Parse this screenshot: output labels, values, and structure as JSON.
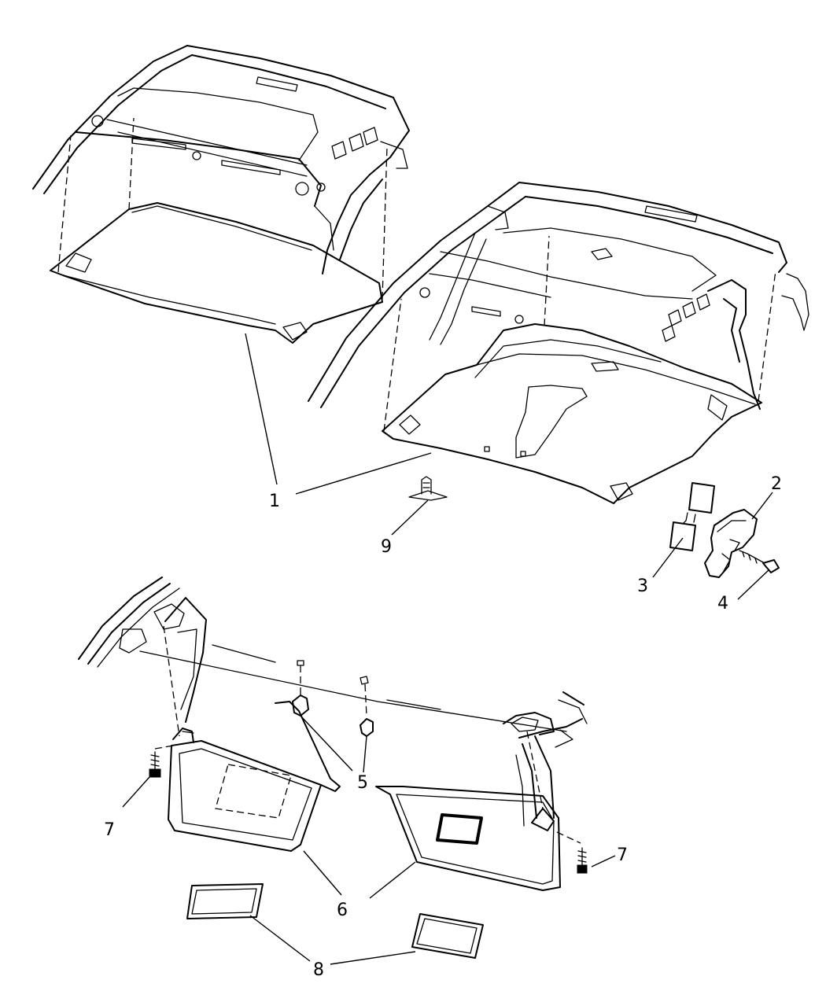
{
  "diagram": {
    "callouts": [
      {
        "id": "1",
        "label": "1"
      },
      {
        "id": "2",
        "label": "2"
      },
      {
        "id": "3",
        "label": "3"
      },
      {
        "id": "4",
        "label": "4"
      },
      {
        "id": "5",
        "label": "5"
      },
      {
        "id": "6",
        "label": "6"
      },
      {
        "id": "7a",
        "label": "7"
      },
      {
        "id": "7b",
        "label": "7"
      },
      {
        "id": "8",
        "label": "8"
      },
      {
        "id": "9",
        "label": "9"
      }
    ]
  }
}
